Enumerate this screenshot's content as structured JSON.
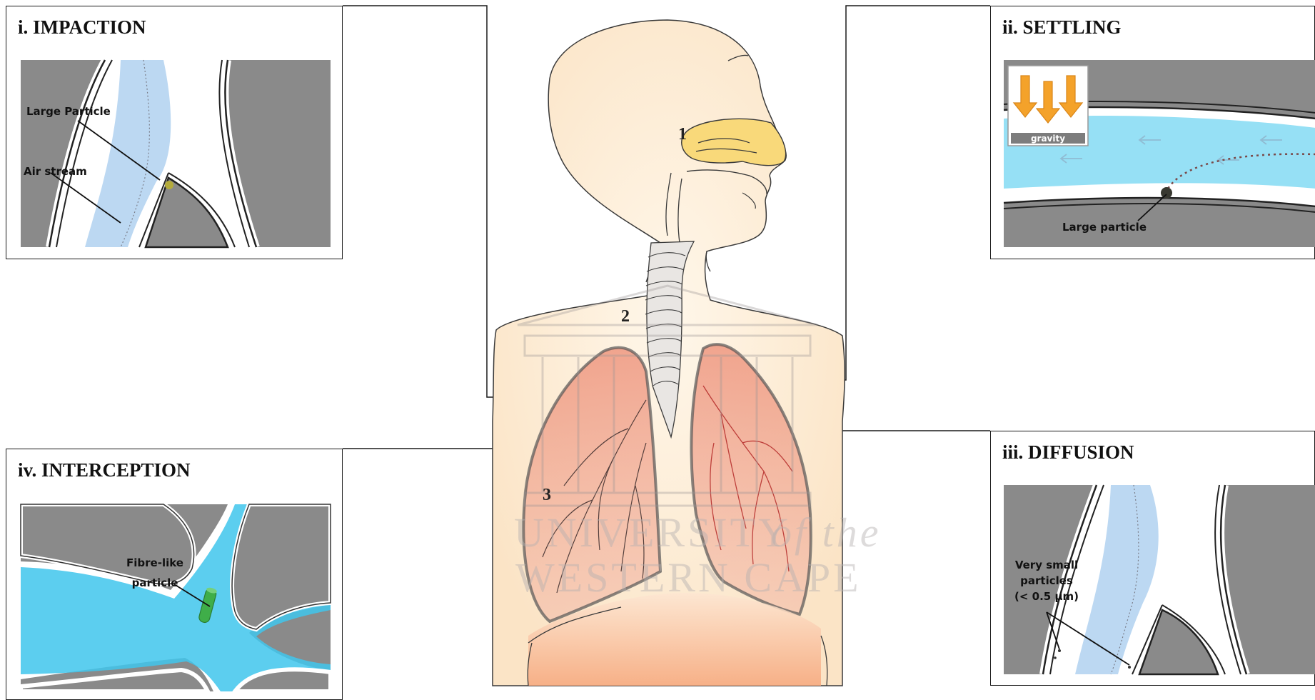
{
  "panels": {
    "impaction": {
      "title": "i.   IMPACTION",
      "labels": {
        "particle": "Large Particle",
        "stream": "Air stream"
      }
    },
    "settling": {
      "title": "ii.  SETTLING",
      "labels": {
        "gravity": "gravity",
        "particle": "Large particle"
      }
    },
    "diffusion": {
      "title": "iii. DIFFUSION",
      "labels": {
        "line1": "Very small",
        "line2": "particles",
        "line3": "(< 0.5 µm)"
      }
    },
    "interception": {
      "title": "iv. INTERCEPTION",
      "labels": {
        "line1": "Fibre-like",
        "line2": "particle"
      }
    }
  },
  "figure": {
    "region_numbers": [
      "1",
      "2",
      "3"
    ],
    "watermark": {
      "line1": "UNIVERSITY",
      "of_the": "of the",
      "line2": "WESTERN CAPE"
    }
  },
  "colors": {
    "wall": "#8a8a8a",
    "air_light": "#bcd8f2",
    "air_cyan": "#3fc6ec",
    "arrow": "#f4a22a",
    "nose": "#f9d97a",
    "lung": "#e9846a",
    "skin": "#fcebd3"
  }
}
